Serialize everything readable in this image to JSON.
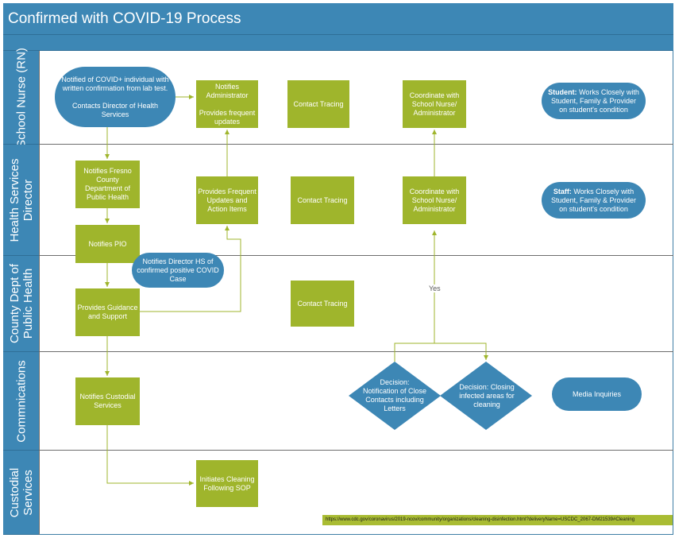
{
  "title": "Confirmed with COVID-19 Process",
  "lanes": [
    {
      "label": "School Nurse (RN)"
    },
    {
      "label": "Health Services\nDirector"
    },
    {
      "label": "County Dept of\nPublic Health"
    },
    {
      "label": "Commnications"
    },
    {
      "label": "Custodial\nServices"
    }
  ],
  "nodes": {
    "notified_covid": "Notified of COVID+ individual with written confirmation from lab test.\n\nContacts Director of Health Services",
    "notifies_admin": "Notifies Administrator\n\nProvides frequent updates",
    "contact_tracing_1": "Contact Tracing",
    "coordinate_1": "Coordinate with School Nurse/ Administrator",
    "student_note_bold": "Student:",
    "student_note": " Works Closely with Student, Family & Provider on student's condition",
    "notifies_fresno": "Notifies Fresno County Department of Public Health",
    "provides_frequent": "Provides Frequent Updates and Action Items",
    "contact_tracing_2": "Contact Tracing",
    "coordinate_2": "Coordinate with School Nurse/ Administrator",
    "staff_note_bold": "Staff:",
    "staff_note": " Works Closely with Student, Family & Provider on student's condition",
    "notifies_pio": "Notifies PIO",
    "notifies_director": "Notifies Director HS of confirmed positive COVID Case",
    "provides_guidance": "Provides Guidance and Support",
    "contact_tracing_3": "Contact Tracing",
    "yes": "Yes",
    "notifies_custodial": "Notifies Custodial Services",
    "decision_notification": "Decision: Notification of Close Contacts including Letters",
    "decision_closing": "Decision: Closing infected areas for cleaning",
    "media_inquiries": "Media Inquiries",
    "initiates_cleaning": "Initiates Cleaning Following SOP"
  },
  "footer_url": "https://www.cdc.gov/coronavirus/2019-ncov/community/organizations/cleaning-disinfection.html?deliveryName=USCDC_2067-DM21539#Cleaning",
  "colors": {
    "lane_blue": "#3d87b5",
    "box_green": "#9fb52c",
    "connector": "#9fb52c"
  }
}
